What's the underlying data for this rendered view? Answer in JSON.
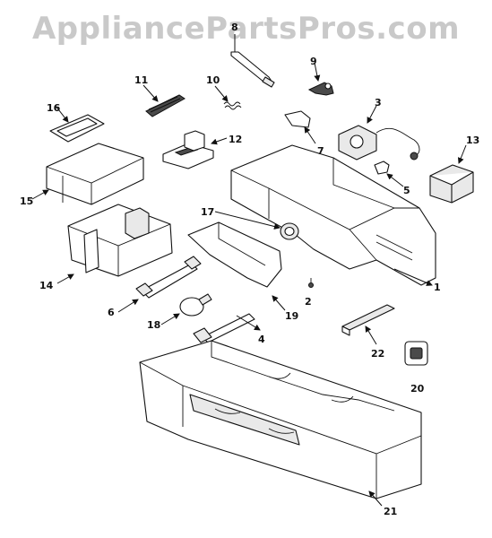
{
  "watermark": "AppliancePartsPros.com",
  "callouts": {
    "n1": "1",
    "n2": "2",
    "n3": "3",
    "n4": "4",
    "n5": "5",
    "n6": "6",
    "n7": "7",
    "n8": "8",
    "n9": "9",
    "n10": "10",
    "n11": "11",
    "n12": "12",
    "n13": "13",
    "n14": "14",
    "n15": "15",
    "n16": "16",
    "n17": "17",
    "n18": "18",
    "n19": "19",
    "n20": "20",
    "n21": "21",
    "n22": "22"
  }
}
